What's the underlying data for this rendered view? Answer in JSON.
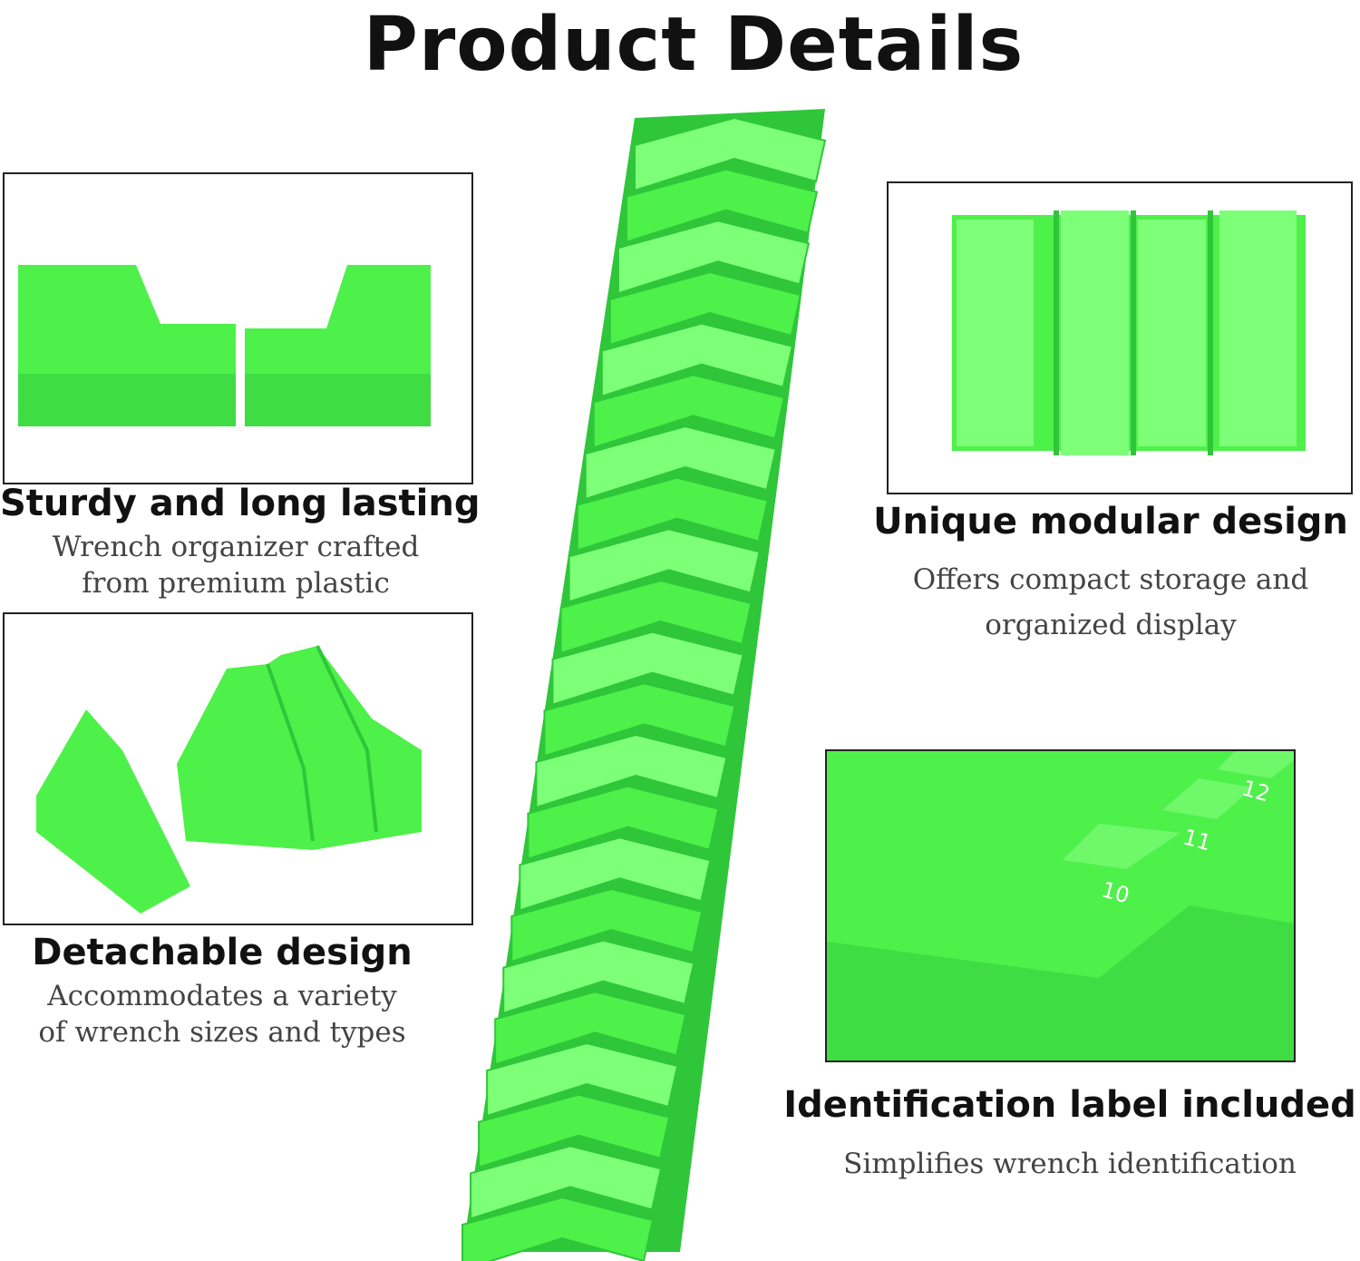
{
  "title": "Product Details",
  "features": [
    {
      "heading": "Sturdy and long lasting",
      "lines": [
        "Wrench organizer crafted",
        "from premium plastic"
      ]
    },
    {
      "heading": "Detachable design",
      "lines": [
        "Accommodates a variety",
        "of wrench sizes and types"
      ]
    },
    {
      "heading": "Unique modular design",
      "lines": [
        "Offers compact storage and",
        "organized display"
      ]
    },
    {
      "heading": "Identification label included",
      "lines": [
        "Simplifies wrench identification"
      ]
    }
  ],
  "size_labels": [
    "10",
    "11",
    "12"
  ],
  "colors": {
    "green": "#4ef04a",
    "green_dark": "#2fc63a",
    "green_light": "#7dff78"
  }
}
